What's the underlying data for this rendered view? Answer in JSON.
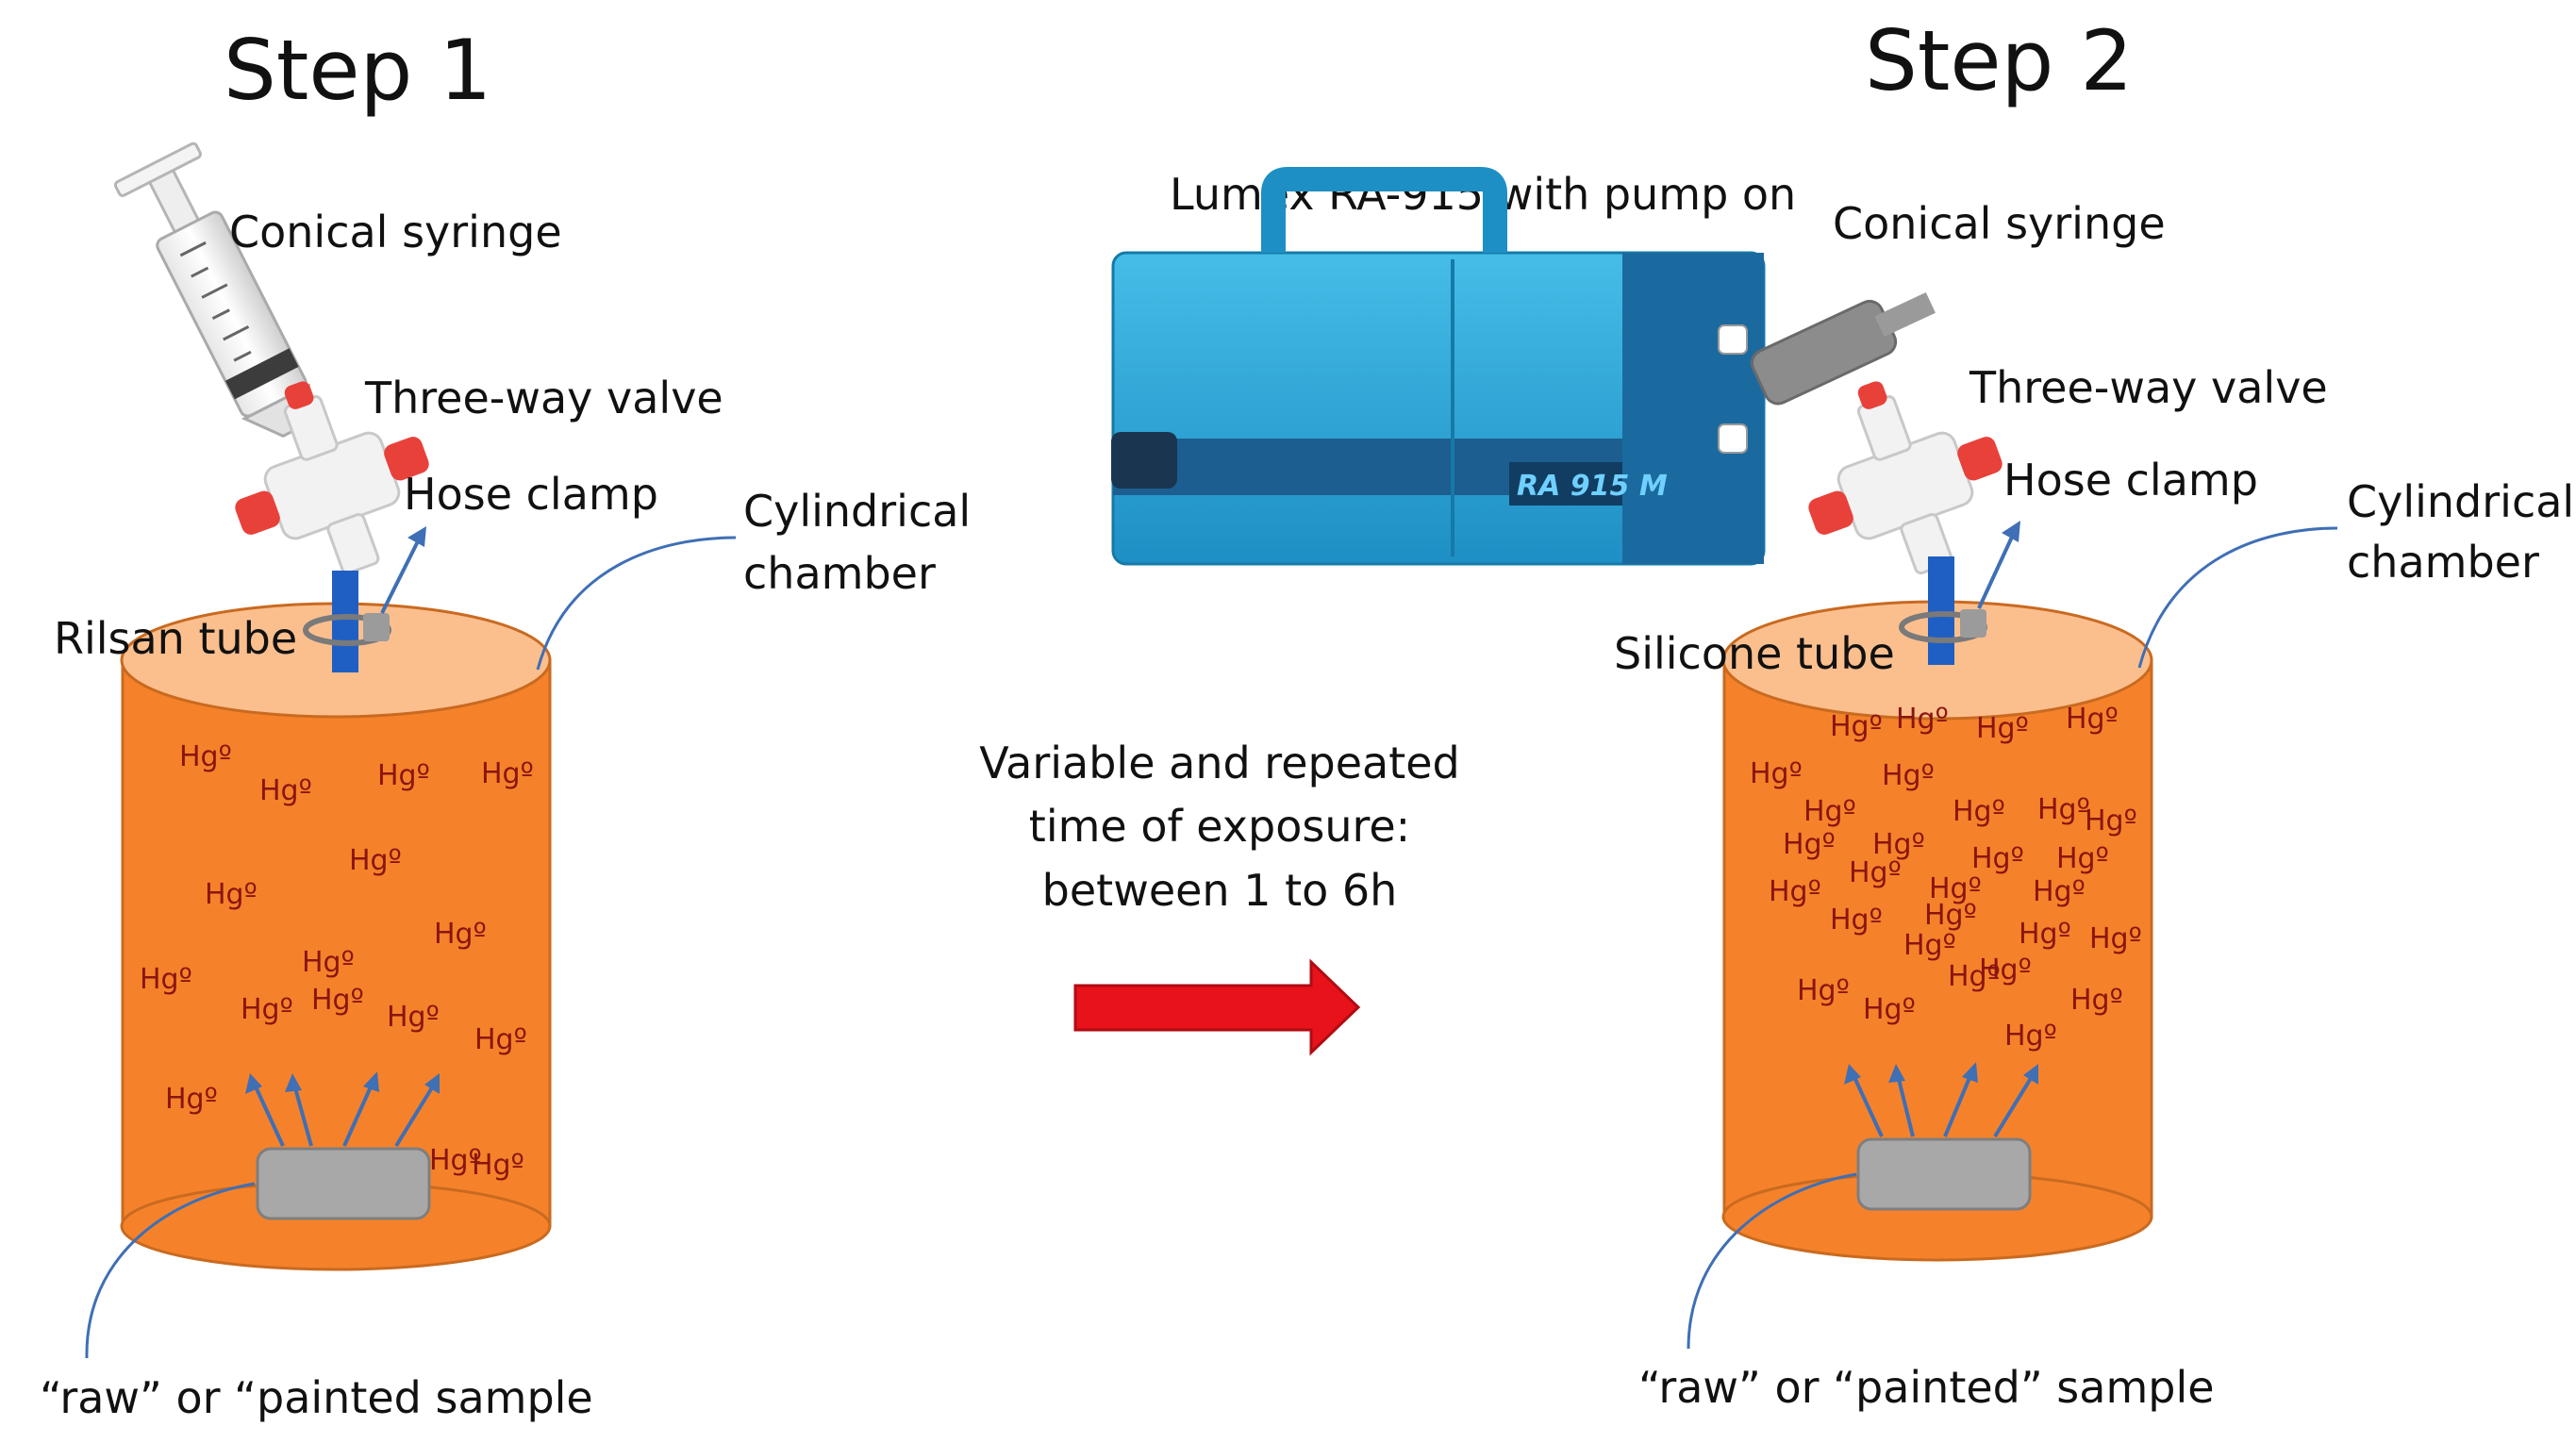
{
  "step1": {
    "title": "Step 1",
    "labels": {
      "syringe": "Conical syringe",
      "valve": "Three-way valve",
      "clamp": "Hose clamp",
      "chamber_line1": "Cylindrical",
      "chamber_line2": "chamber",
      "tube": "Rilsan tube",
      "sample": "“raw” or “painted sample"
    },
    "hg_label": "Hgº",
    "hg_count": 16
  },
  "step2": {
    "title": "Step 2",
    "labels": {
      "analyzer": "Lumex RA-915 with pump on",
      "syringe": "Conical syringe",
      "valve": "Three-way valve",
      "clamp": "Hose clamp",
      "chamber_line1": "Cylindrical",
      "chamber_line2": "chamber",
      "tube": "Silicone tube",
      "sample": "“raw” or “painted” sample"
    },
    "device_badge": "RA 915 M",
    "hg_label": "Hgº",
    "hg_count": 29
  },
  "middle": {
    "line1": "Variable and repeated",
    "line2": "time of exposure:",
    "line3": "between 1 to 6h"
  },
  "colors": {
    "chamber_body": "#f5822a",
    "chamber_top": "#fbbf8e",
    "sample": "#a8a8a8",
    "arrow": "#e8121a",
    "device": "#2aa6dc",
    "leader_line": "#3f6fb5",
    "tube": "#1f5fc4",
    "hg_text": "#8a1510"
  },
  "icons": [
    "syringe-icon",
    "three-way-valve-icon",
    "hose-clamp-icon",
    "analyzer-icon",
    "arrow-right-icon"
  ]
}
